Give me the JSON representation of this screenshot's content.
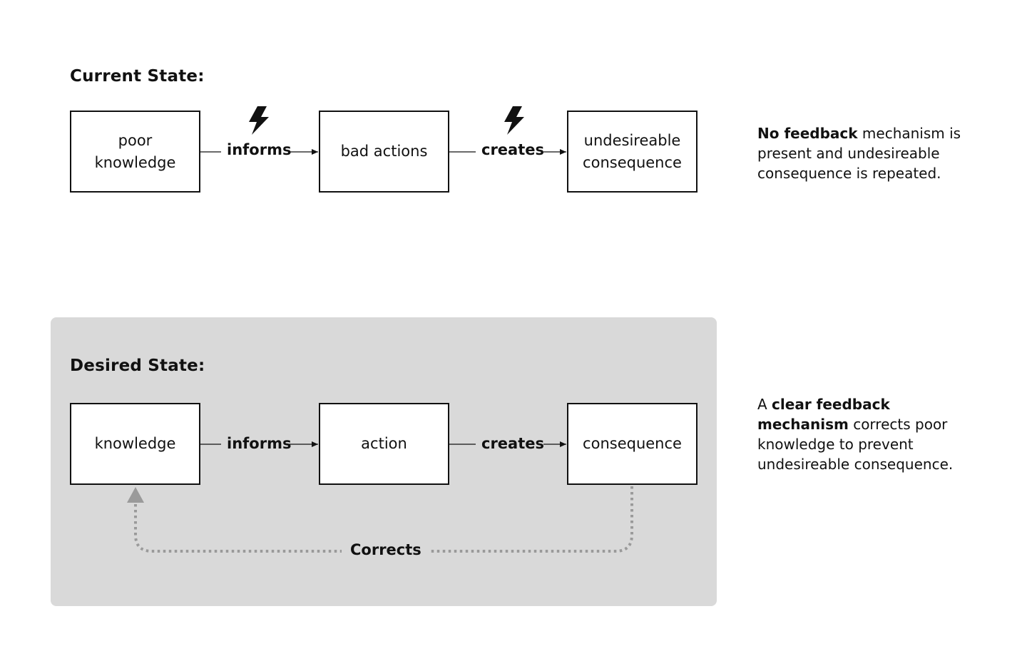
{
  "current_state": {
    "title": "Current State:",
    "nodes": [
      {
        "lines": [
          "poor",
          "knowledge"
        ]
      },
      {
        "lines": [
          "bad actions"
        ]
      },
      {
        "lines": [
          "undesireable",
          "consequence"
        ]
      }
    ],
    "edges": [
      {
        "label": "informs",
        "icon": "lightning-bolt-icon"
      },
      {
        "label": "creates",
        "icon": "lightning-bolt-icon"
      }
    ],
    "description": {
      "bold": "No feedback",
      "rest": " mechanism is present and undesireable consequence is repeated."
    }
  },
  "desired_state": {
    "title": "Desired State:",
    "nodes": [
      {
        "lines": [
          "knowledge"
        ]
      },
      {
        "lines": [
          "action"
        ]
      },
      {
        "lines": [
          "consequence"
        ]
      }
    ],
    "edges": [
      {
        "label": "informs"
      },
      {
        "label": "creates"
      }
    ],
    "feedback_label": "Corrects",
    "description": {
      "prefix": "A ",
      "bold": "clear feedback mechanism",
      "rest": " corrects poor knowledge to prevent undesireable consequence."
    }
  },
  "colors": {
    "panel_background": "#d9d9d9",
    "feedback_arrow": "#9a9a9a",
    "stroke": "#111111"
  }
}
